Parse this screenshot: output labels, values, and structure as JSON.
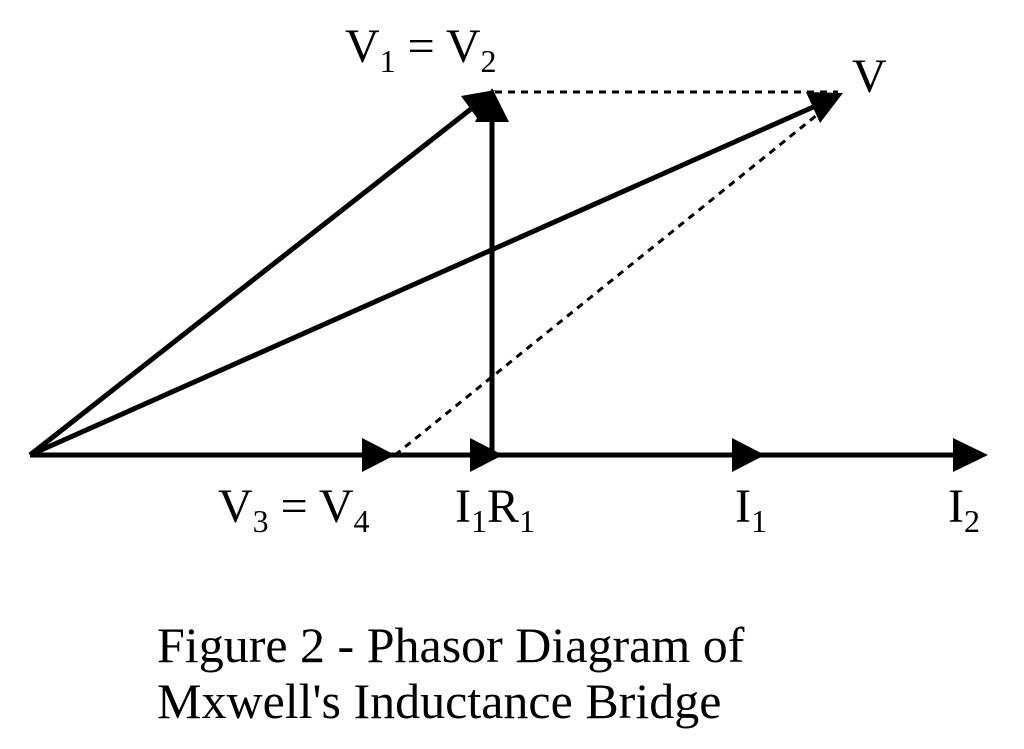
{
  "labels": {
    "v1v2": {
      "a": "V",
      "a_sub": "1",
      "eq": " = ",
      "b": "V",
      "b_sub": "2"
    },
    "v": "V",
    "v3v4": {
      "a": "V",
      "a_sub": "3",
      "eq": " = ",
      "b": "V",
      "b_sub": "4"
    },
    "i1r1": {
      "a": "I",
      "a_sub": "1",
      "b": "R",
      "b_sub": "1"
    },
    "i1": {
      "a": "I",
      "a_sub": "1"
    },
    "i2": {
      "a": "I",
      "a_sub": "2"
    }
  },
  "caption": {
    "line1": "Figure 2 - Phasor Diagram of",
    "line2": "Mxwell's Inductance Bridge"
  }
}
